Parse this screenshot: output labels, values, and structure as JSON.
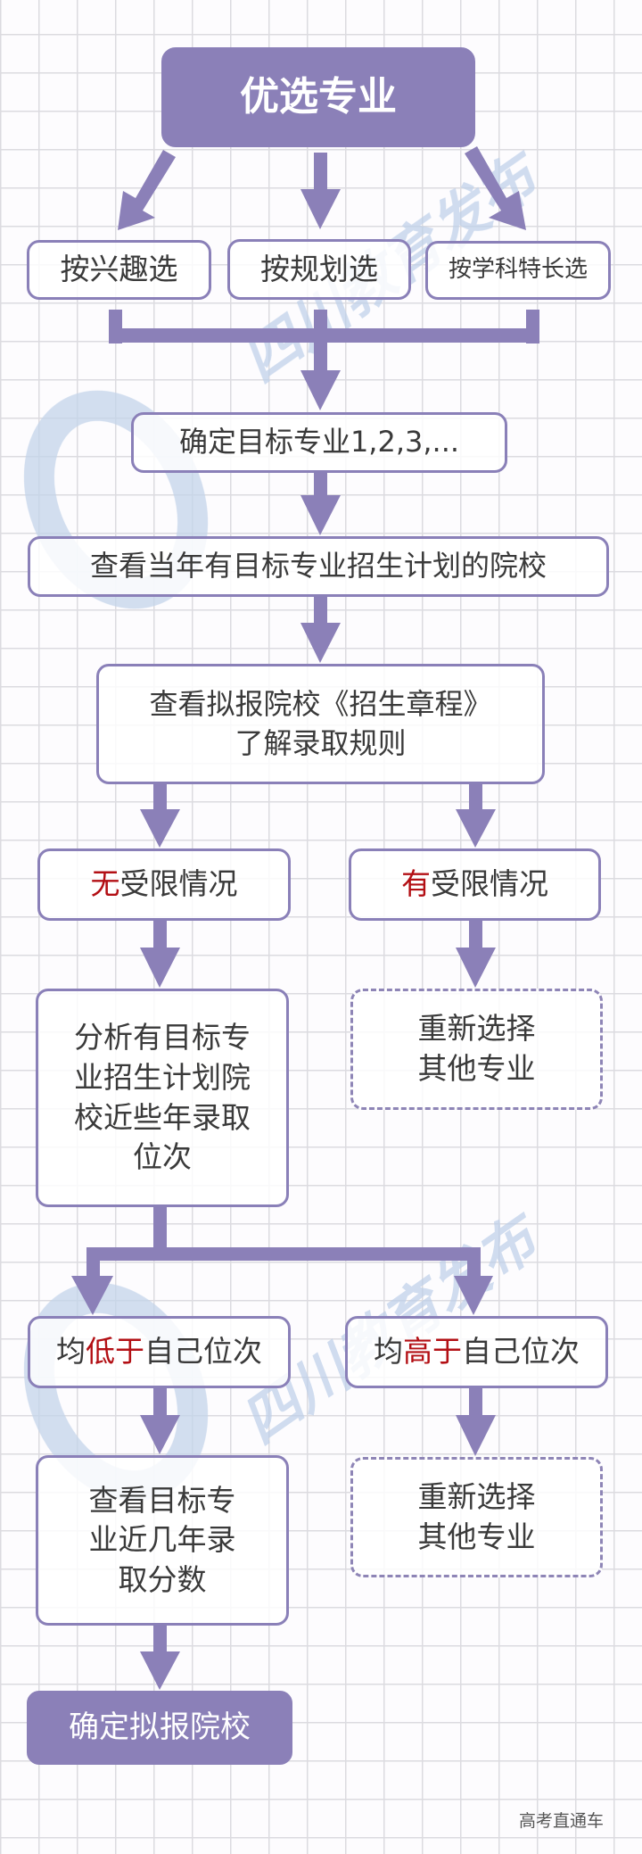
{
  "colors": {
    "accent": "#8b80b8",
    "text": "#3a3a3a",
    "highlight": "#b30f14",
    "watermark": "#b9cde6"
  },
  "watermark": {
    "brand_text": "四川教育发布",
    "logo_icon": "e-logo-icon"
  },
  "nodes": {
    "start": "优选专业",
    "branches": [
      "按兴趣选",
      "按规划选",
      "按学科特长选"
    ],
    "target": "确定目标专业1,2,3,...",
    "check_schools": "查看当年有目标专业招生计划的院校",
    "charter_line1": "查看拟报院校《招生章程》",
    "charter_line2": "了解录取规则",
    "no_limit": {
      "highlight": "无",
      "rest": "受限情况"
    },
    "has_limit": {
      "highlight": "有",
      "rest": "受限情况"
    },
    "analyze_lines": [
      "分析有目标专",
      "业招生计划院",
      "校近些年录取",
      "位次"
    ],
    "reselect_1": [
      "重新选择",
      "其他专业"
    ],
    "all_lower": {
      "prefix": "均",
      "highlight": "低于",
      "rest": "自己位次"
    },
    "all_higher": {
      "prefix": "均",
      "highlight": "高于",
      "rest": "自己位次"
    },
    "check_scores_lines": [
      "查看目标专",
      "业近几年录",
      "取分数"
    ],
    "reselect_2": [
      "重新选择",
      "其他专业"
    ],
    "final": "确定拟报院校"
  },
  "footer": {
    "source": "高考直通车"
  }
}
